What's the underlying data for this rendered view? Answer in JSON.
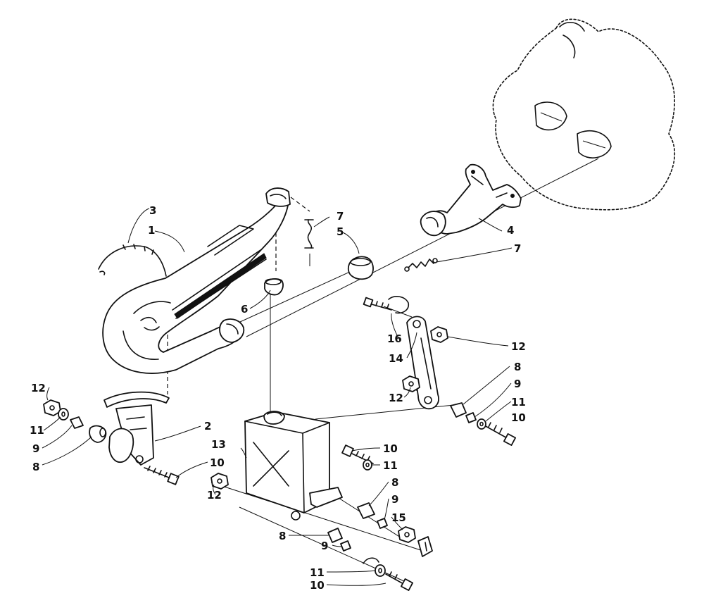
{
  "callouts": {
    "c1": "1",
    "c2": "2",
    "c3": "3",
    "c4": "4",
    "c5": "5",
    "c6": "6",
    "c7a": "7",
    "c7b": "7",
    "c8a": "8",
    "c8b": "8",
    "c8c": "8",
    "c8d": "8",
    "c9a": "9",
    "c9b": "9",
    "c9c": "9",
    "c9d": "9",
    "c10a": "10",
    "c10b": "10",
    "c10c": "10",
    "c10d": "10",
    "c11a": "11",
    "c11b": "11",
    "c11c": "11",
    "c11d": "11",
    "c12a": "12",
    "c12b": "12",
    "c12c": "12",
    "c12d": "12",
    "c13": "13",
    "c14": "14",
    "c15": "15",
    "c16": "16"
  }
}
